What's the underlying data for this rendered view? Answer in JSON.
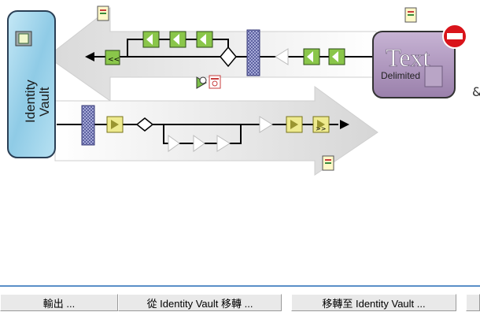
{
  "vault": {
    "label_line1": "Identity",
    "label_line2": "Vault"
  },
  "connected_app": {
    "title": "Text",
    "subtitle": "Delimited",
    "status": "disabled"
  },
  "toolbar": {
    "buttons": [
      {
        "label": "輸出 ..."
      },
      {
        "label": "從 Identity Vault 移轉 ..."
      },
      {
        "label": "移轉至 Identity Vault ..."
      }
    ]
  },
  "colors": {
    "filter_green": "#8ac64a",
    "filter_yellow": "#eeea8e",
    "vault_blue": "#9fd3ec",
    "app_purple": "#a991ba",
    "disabled_red": "#d9141b"
  }
}
